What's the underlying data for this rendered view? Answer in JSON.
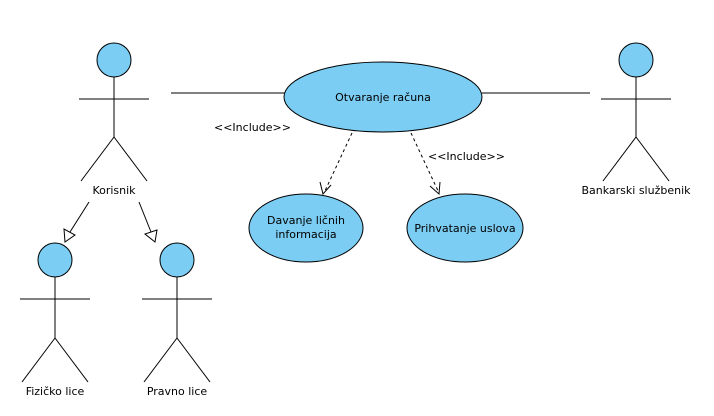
{
  "colors": {
    "actor_head": "#7ccdf3",
    "usecase_fill": "#7ccdf3",
    "line": "#000000",
    "background": "#ffffff"
  },
  "actors": {
    "korisnik": "Korisnik",
    "fizicko_lice": "Fizičko lice",
    "pravno_lice": "Pravno lice",
    "bankarski_sluzbenik": "Bankarski službenik"
  },
  "use_cases": {
    "otvaranje_racuna": "Otvaranje računa",
    "davanje_licnih_line1": "Davanje ličnih",
    "davanje_licnih_line2": "informacija",
    "prihvatanje_uslova": "Prihvatanje uslova"
  },
  "relations": {
    "include_left": "<<Include>>",
    "include_right": "<<Include>>"
  }
}
